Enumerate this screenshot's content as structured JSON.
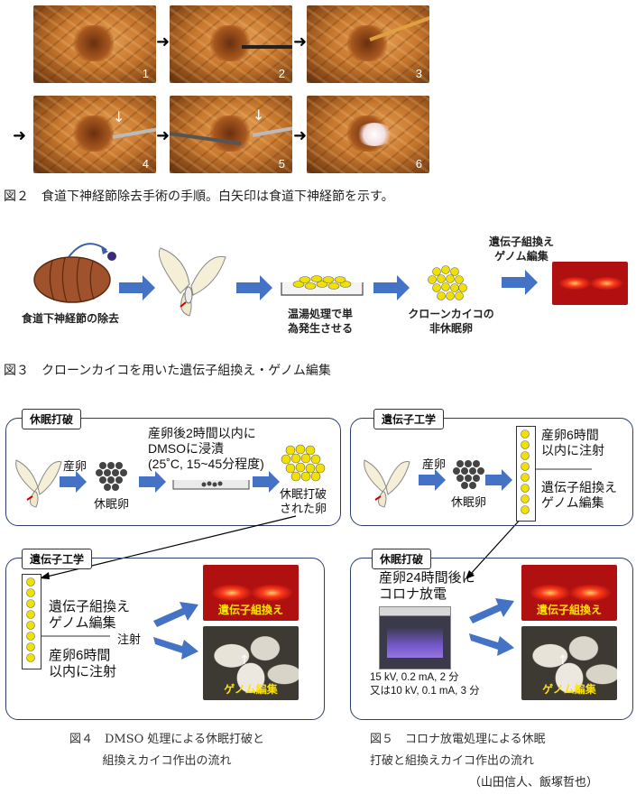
{
  "fig2": {
    "photo_numbers": [
      "1",
      "2",
      "3",
      "4",
      "5",
      "6"
    ],
    "caption": "図２　食道下神経節除去手術の手順。白矢印は食道下神経節を示す。"
  },
  "fig3": {
    "labels": {
      "removal": "食道下神経節の除去",
      "warm": "温湯処理で単\n為発生させる",
      "clone": "クローンカイコの\n非休眠卵",
      "genome": "遺伝子組換え\nゲノム編集"
    },
    "caption": "図３　クローンカイコを用いた遺伝子組換え・ゲノム編集"
  },
  "fig4": {
    "top_tag": "休眠打破",
    "lay": "産卵",
    "diapause_egg": "休眠卵",
    "dmso_text": "産卵後2時間以内に\nDMSOに浸漬\n(25˚C, 15~45分程度)",
    "broken": "休眠打破\nされた卵",
    "bottom_tag": "遺伝子工学",
    "genome": "遺伝子組換え\nゲノム編集",
    "inject": "注射",
    "within6": "産卵6時間\n以内に注射",
    "photo_red": "遺伝子組換え",
    "photo_worm": "ゲノム編集",
    "caption": "図４　DMSO 処理による休眠打破と\n組換えカイコ作出の流れ"
  },
  "fig5": {
    "top_tag": "遺伝子工学",
    "lay": "産卵",
    "diapause_egg": "休眠卵",
    "within6": "産卵6時間\n以内に注射",
    "genome": "遺伝子組換え\nゲノム編集",
    "bottom_tag": "休眠打破",
    "corona": "産卵24時間後に\nコロナ放電",
    "params": "15 kV, 0.2 mA, 2 分\n又は10 kV, 0.1 mA, 3 分",
    "photo_red": "遺伝子組換え",
    "photo_worm": "ゲノム編集",
    "caption": "図５　コロナ放電処理による休眠\n打破と組換えカイコ作出の流れ"
  },
  "authors": "（山田信人、飯塚哲也）"
}
